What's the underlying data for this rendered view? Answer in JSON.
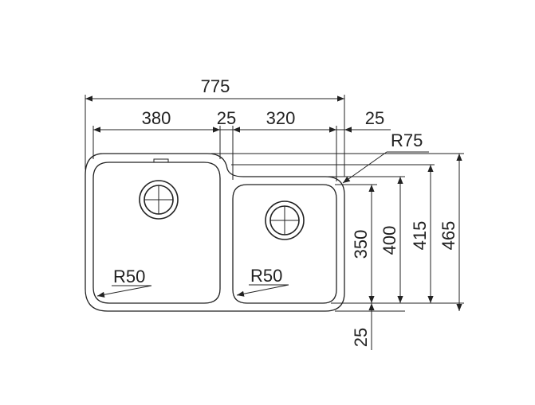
{
  "drawing": {
    "dimensions": {
      "overall_width": "775",
      "left_bowl_width": "380",
      "center_gap": "25",
      "right_bowl_width": "320",
      "right_margin": "25",
      "corner_radius_outer": "R75",
      "left_bowl_radius": "R50",
      "right_bowl_radius": "R50",
      "right_bowl_depth": "350",
      "outer_depth_right": "400",
      "left_bowl_depth": "415",
      "overall_depth": "465",
      "bottom_margin": "25"
    },
    "colors": {
      "line": "#222222",
      "background": "#ffffff"
    }
  }
}
